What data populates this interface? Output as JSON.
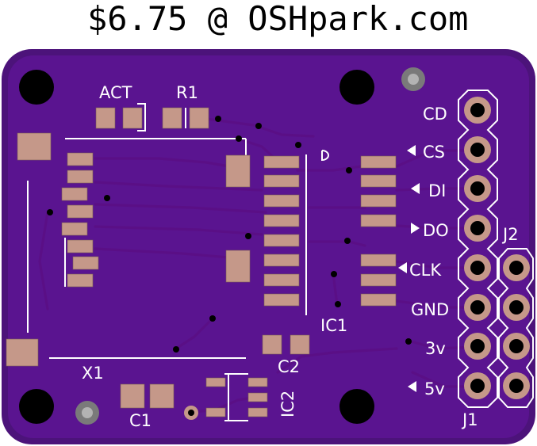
{
  "header": {
    "price_text": "$6.75 @ OSHpark.com"
  },
  "colors": {
    "board": "#4c137a",
    "trace": "#5a0f86",
    "pad": "#c59889",
    "silkscreen": "#ffffff",
    "hole": "#000000"
  },
  "labels": {
    "act": "ACT",
    "r1": "R1",
    "x1": "X1",
    "c1": "C1",
    "c2": "C2",
    "ic1": "IC1",
    "ic2": "IC2",
    "j1": "J1",
    "j2": "J2"
  },
  "pins": {
    "cd": "CD",
    "cs": "CS",
    "di": "DI",
    "do": "DO",
    "clk": "CLK",
    "gnd": "GND",
    "v3": "3v",
    "v5": "5v"
  },
  "pin_arrows": {
    "cs": "in",
    "di": "in",
    "do": "out",
    "clk": "in",
    "v5": "in"
  }
}
